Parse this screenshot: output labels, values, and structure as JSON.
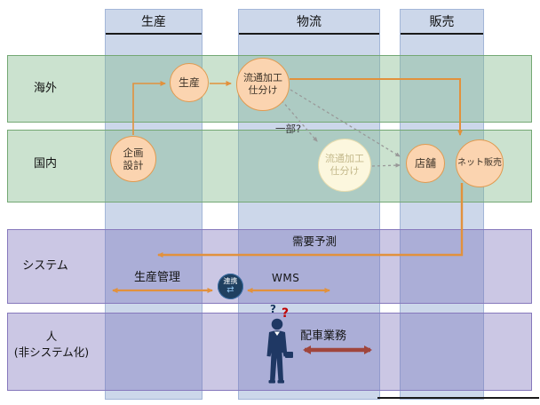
{
  "columns": [
    {
      "label": "生産"
    },
    {
      "label": "物流"
    },
    {
      "label": "販売"
    }
  ],
  "rows": [
    {
      "label": "海外"
    },
    {
      "label": "国内"
    },
    {
      "label": "システム"
    },
    {
      "label": "人\n(非システム化)"
    }
  ],
  "nodes": {
    "production": {
      "label": "生産"
    },
    "distribution_processing_overseas": {
      "label": "流通加工\n仕分け"
    },
    "planning_design": {
      "label": "企画\n設計"
    },
    "distribution_processing_domestic": {
      "label": "流通加工\n仕分け"
    },
    "store": {
      "label": "店舗"
    },
    "online_sales": {
      "label": "ネット販売"
    }
  },
  "labels": {
    "partial": "一部?",
    "demand_forecast": "需要予測",
    "production_management": "生産管理",
    "wms": "WMS",
    "linkage": "連携",
    "dispatch": "配車業務",
    "question_red": "?",
    "question_dark": "?"
  },
  "icons": {
    "sync": "⇄"
  },
  "colors": {
    "column_fill": "#C8D5E9",
    "green_band_border": "#74A874",
    "purple_band_border": "#8678BC",
    "node_fill": "#FBD4B0",
    "node_border": "#E09A50",
    "faded_node_fill": "#FCF7DE",
    "arrow_orange": "#E2913C",
    "arrow_red": "#A0453C",
    "dotted_gray": "#999999",
    "linkage_circle": "#1F4060",
    "question_red": "#C00000"
  }
}
